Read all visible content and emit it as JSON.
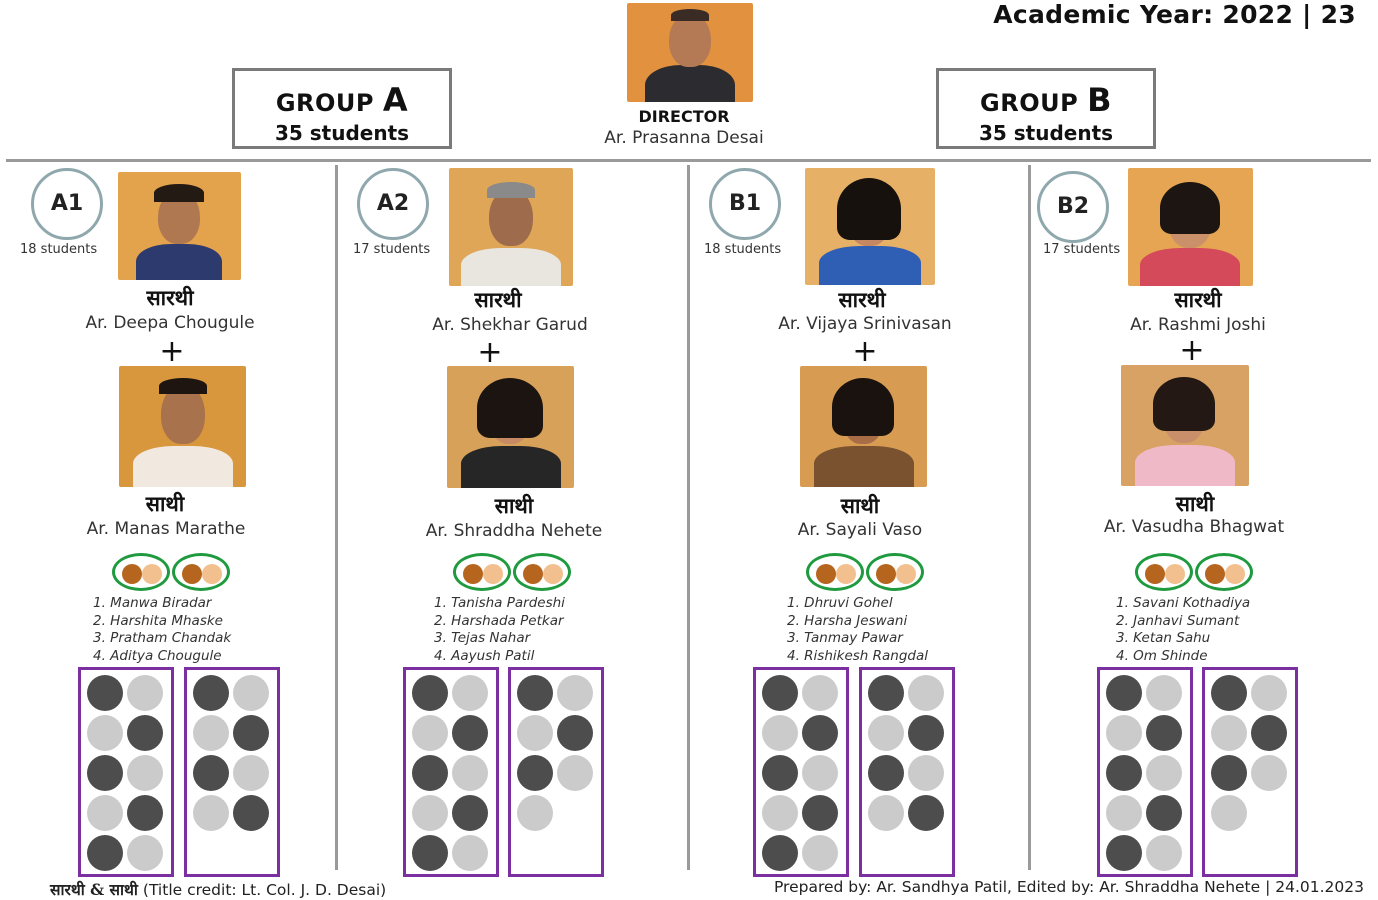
{
  "header": {
    "academic_year": "Academic Year: 2022 | 23"
  },
  "groups": [
    {
      "word": "GROUP",
      "letter": "A",
      "count": "35 students"
    },
    {
      "word": "GROUP",
      "letter": "B",
      "count": "35 students"
    }
  ],
  "director": {
    "role": "DIRECTOR",
    "name": "Ar. Prasanna Desai"
  },
  "columns": [
    {
      "badge": "A1",
      "students": "18 students",
      "sarathi_label": "सारथी",
      "sarathi_name": "Ar. Deepa Chougule",
      "plus": "+",
      "sathi_label": "साथी",
      "sathi_name": "Ar. Manas Marathe",
      "reps": [
        "1. Manwa Biradar",
        "2. Harshita Mhaske",
        "3. Pratham Chandak",
        "4. Aditya Chougule"
      ],
      "grids": [
        [
          "dark",
          "light",
          "light",
          "dark",
          "dark",
          "light",
          "light",
          "dark",
          "dark",
          "light"
        ],
        [
          "dark",
          "light",
          "light",
          "dark",
          "dark",
          "light",
          "light",
          "dark"
        ]
      ]
    },
    {
      "badge": "A2",
      "students": "17  students",
      "sarathi_label": "सारथी",
      "sarathi_name": "Ar. Shekhar Garud",
      "plus": "+",
      "sathi_label": "साथी",
      "sathi_name": "Ar. Shraddha Nehete",
      "reps": [
        "1. Tanisha Pardeshi",
        "2. Harshada Petkar",
        "3. Tejas Nahar",
        "4. Aayush Patil"
      ],
      "grids": [
        [
          "dark",
          "light",
          "light",
          "dark",
          "dark",
          "light",
          "light",
          "dark",
          "dark",
          "light"
        ],
        [
          "dark",
          "light",
          "light",
          "dark",
          "dark",
          "light",
          "light"
        ]
      ]
    },
    {
      "badge": "B1",
      "students": "18 students",
      "sarathi_label": "सारथी",
      "sarathi_name": "Ar. Vijaya Srinivasan",
      "plus": "+",
      "sathi_label": "साथी",
      "sathi_name": "Ar. Sayali Vaso",
      "reps": [
        "1. Dhruvi Gohel",
        "2. Harsha Jeswani",
        "3. Tanmay Pawar",
        "4. Rishikesh Rangdal"
      ],
      "grids": [
        [
          "dark",
          "light",
          "light",
          "dark",
          "dark",
          "light",
          "light",
          "dark",
          "dark",
          "light"
        ],
        [
          "dark",
          "light",
          "light",
          "dark",
          "dark",
          "light",
          "light",
          "dark"
        ]
      ]
    },
    {
      "badge": "B2",
      "students": "17 students",
      "sarathi_label": "सारथी",
      "sarathi_name": "Ar. Rashmi Joshi",
      "plus": "+",
      "sathi_label": "साथी",
      "sathi_name": "Ar. Vasudha Bhagwat",
      "reps": [
        "1. Savani Kothadiya",
        "2. Janhavi Sumant",
        "3. Ketan Sahu",
        "4. Om Shinde"
      ],
      "grids": [
        [
          "dark",
          "light",
          "light",
          "dark",
          "dark",
          "light",
          "light",
          "dark",
          "dark",
          "light"
        ],
        [
          "dark",
          "light",
          "light",
          "dark",
          "dark",
          "light",
          "light"
        ]
      ]
    }
  ],
  "footer": {
    "left_title": "सारथी  & साथी",
    "left_credit": "(Title credit: Lt. Col. J. D. Desai)",
    "right": "Prepared by: Ar. Sandhya Patil, Edited by: Ar. Shraddha Nehete | 24.01.2023"
  }
}
